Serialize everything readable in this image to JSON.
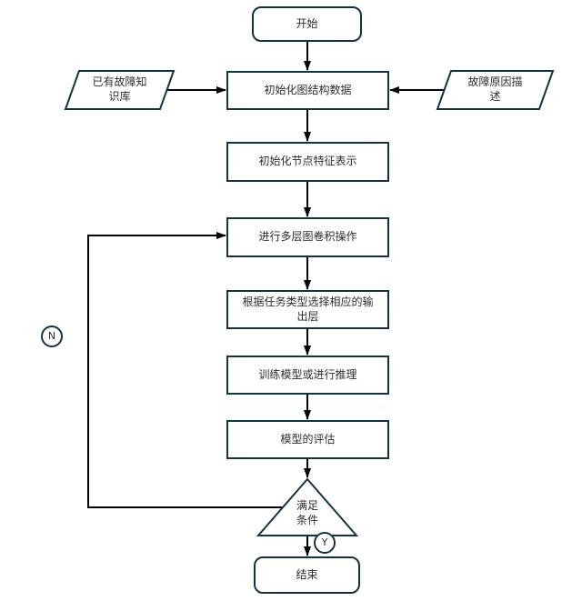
{
  "diagram": {
    "type": "flowchart",
    "nodes": {
      "start": {
        "label": "开始",
        "shape": "rounded-rect"
      },
      "knowledge_base": {
        "label": "已有故障知\n识库",
        "shape": "parallelogram"
      },
      "fault_description": {
        "label": "故障原因描\n述",
        "shape": "parallelogram"
      },
      "init_graph": {
        "label": "初始化图结构数据",
        "shape": "rect"
      },
      "init_features": {
        "label": "初始化节点特征表示",
        "shape": "rect"
      },
      "graph_conv": {
        "label": "进行多层图卷积操作",
        "shape": "rect"
      },
      "output_layer": {
        "label": "根据任务类型选择相应的输\n出层",
        "shape": "rect"
      },
      "train_infer": {
        "label": "训练模型或进行推理",
        "shape": "rect"
      },
      "evaluate": {
        "label": "模型的评估",
        "shape": "rect"
      },
      "condition": {
        "label": "满足\n条件",
        "shape": "triangle"
      },
      "end_node": {
        "label": "结束",
        "shape": "rounded-rect"
      }
    },
    "branches": {
      "no_label": "N",
      "yes_label": "Y"
    },
    "edges": [
      {
        "from": "start",
        "to": "init_graph"
      },
      {
        "from": "knowledge_base",
        "to": "init_graph"
      },
      {
        "from": "fault_description",
        "to": "init_graph"
      },
      {
        "from": "init_graph",
        "to": "init_features"
      },
      {
        "from": "init_features",
        "to": "graph_conv"
      },
      {
        "from": "graph_conv",
        "to": "output_layer"
      },
      {
        "from": "output_layer",
        "to": "train_infer"
      },
      {
        "from": "train_infer",
        "to": "evaluate"
      },
      {
        "from": "evaluate",
        "to": "condition"
      },
      {
        "from": "condition",
        "to": "end_node",
        "label": "Y"
      },
      {
        "from": "condition",
        "to": "graph_conv",
        "label": "N"
      }
    ],
    "colors": {
      "shape_stroke": "#143240",
      "edge": "#000000",
      "text": "#2d2d2d",
      "background": "#ffffff"
    }
  }
}
